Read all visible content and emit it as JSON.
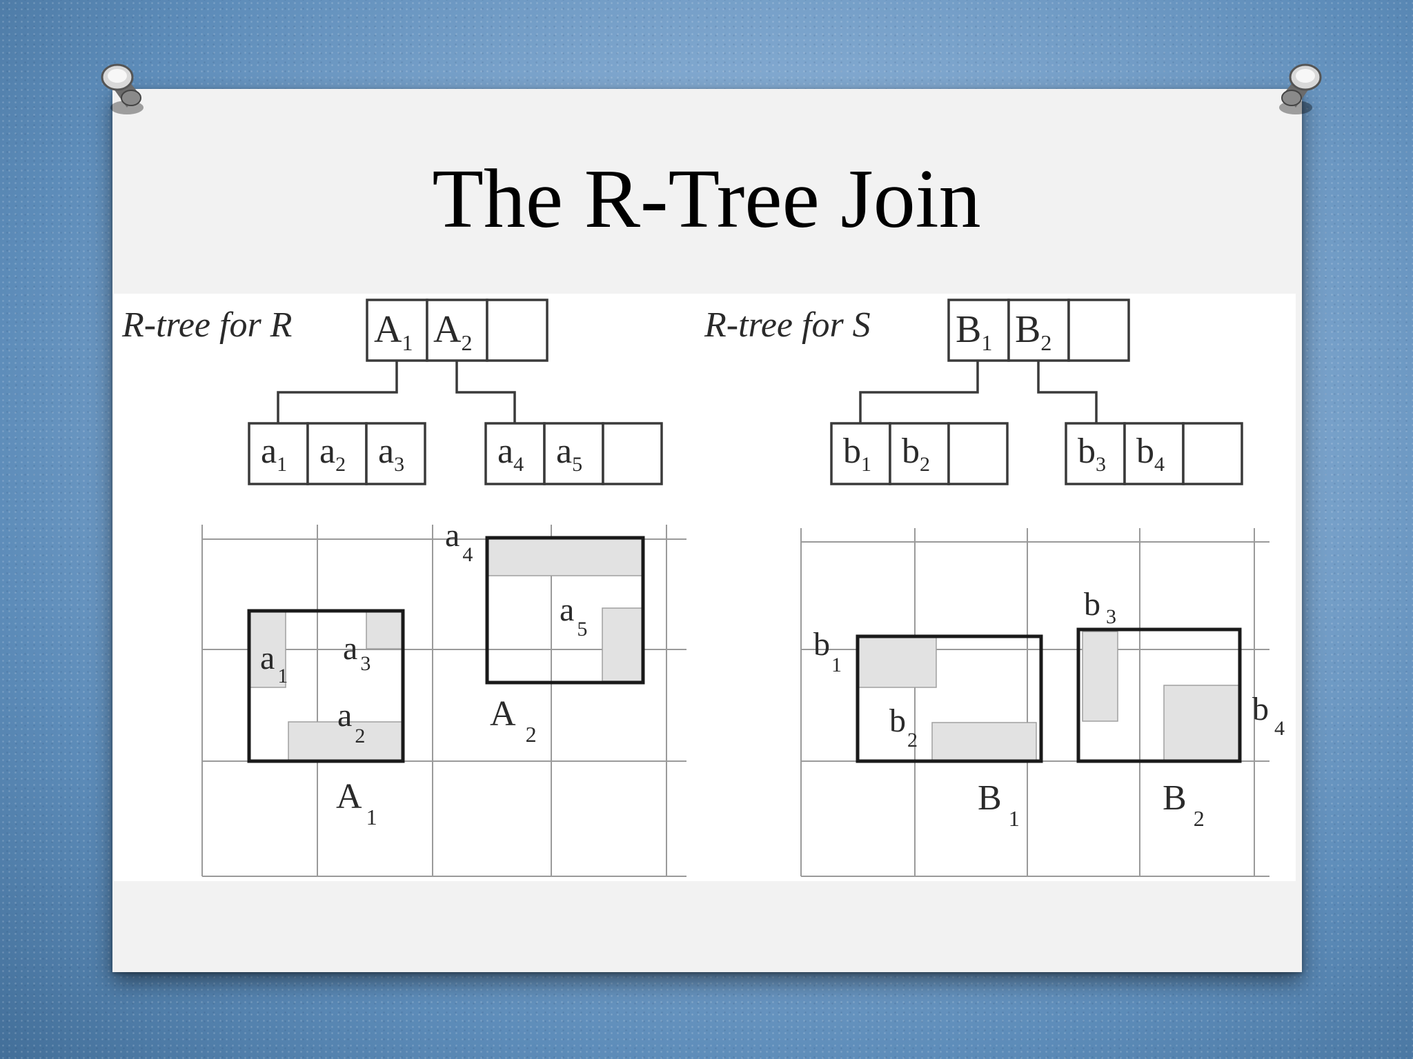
{
  "slide": {
    "title": "The R-Tree Join"
  },
  "figure": {
    "tree_r": {
      "caption": "R-tree for R",
      "root": [
        {
          "base": "A",
          "sub": "1"
        },
        {
          "base": "A",
          "sub": "2"
        },
        {
          "base": "",
          "sub": ""
        }
      ],
      "leaf_left": [
        {
          "base": "a",
          "sub": "1"
        },
        {
          "base": "a",
          "sub": "2"
        },
        {
          "base": "a",
          "sub": "3"
        }
      ],
      "leaf_right": [
        {
          "base": "a",
          "sub": "4"
        },
        {
          "base": "a",
          "sub": "5"
        },
        {
          "base": "",
          "sub": ""
        }
      ]
    },
    "tree_s": {
      "caption": "R-tree for S",
      "root": [
        {
          "base": "B",
          "sub": "1"
        },
        {
          "base": "B",
          "sub": "2"
        },
        {
          "base": "",
          "sub": ""
        }
      ],
      "leaf_left": [
        {
          "base": "b",
          "sub": "1"
        },
        {
          "base": "b",
          "sub": "2"
        },
        {
          "base": "",
          "sub": ""
        }
      ],
      "leaf_right": [
        {
          "base": "b",
          "sub": "3"
        },
        {
          "base": "b",
          "sub": "4"
        },
        {
          "base": "",
          "sub": ""
        }
      ]
    },
    "space_r": {
      "mbr_labels": [
        {
          "base": "A",
          "sub": "1"
        },
        {
          "base": "A",
          "sub": "2"
        }
      ],
      "object_labels": [
        {
          "base": "a",
          "sub": "1"
        },
        {
          "base": "a",
          "sub": "2"
        },
        {
          "base": "a",
          "sub": "3"
        },
        {
          "base": "a",
          "sub": "4"
        },
        {
          "base": "a",
          "sub": "5"
        }
      ]
    },
    "space_s": {
      "mbr_labels": [
        {
          "base": "B",
          "sub": "1"
        },
        {
          "base": "B",
          "sub": "2"
        }
      ],
      "object_labels": [
        {
          "base": "b",
          "sub": "1"
        },
        {
          "base": "b",
          "sub": "2"
        },
        {
          "base": "b",
          "sub": "3"
        },
        {
          "base": "b",
          "sub": "4"
        }
      ]
    }
  },
  "colors": {
    "card": "#f2f2f2",
    "figure_bg": "#ffffff",
    "object_fill": "#e2e2e2",
    "line": "#3a3a3a",
    "grid": "#9a9a9a"
  }
}
